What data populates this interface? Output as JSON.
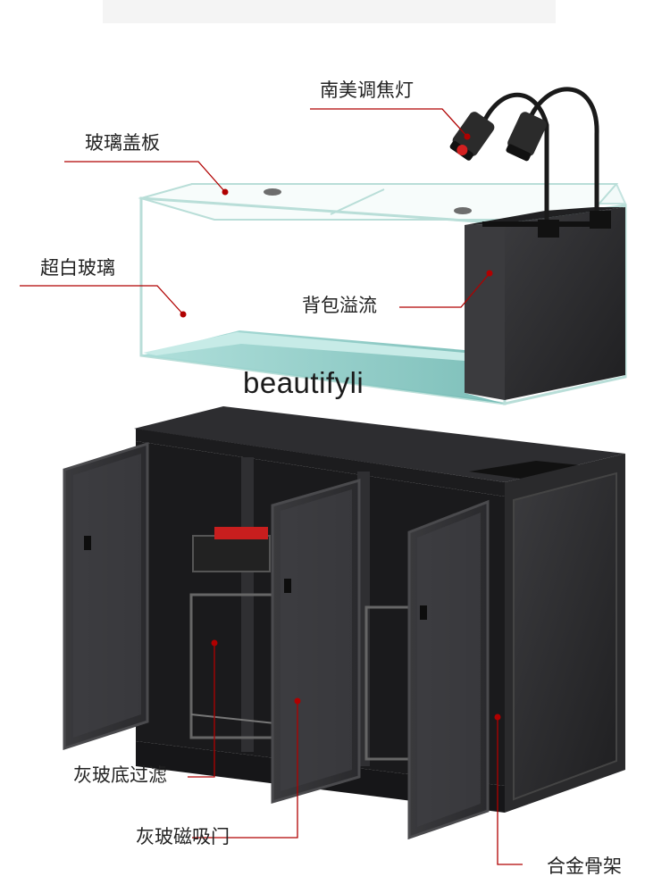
{
  "watermark": "beautifyli",
  "labels": {
    "focus_light": "南美调焦灯",
    "glass_cover": "玻璃盖板",
    "ultra_clear_glass": "超白玻璃",
    "back_overflow": "背包溢流",
    "gray_bottom_filter": "灰玻底过滤",
    "magnetic_door": "灰玻磁吸门",
    "alloy_frame": "合金骨架"
  },
  "colors": {
    "pointer": "#b00000",
    "cabinet": "#2a2a2c",
    "glass_edge": "#b9ded8",
    "water_base": "#8fd1cc"
  }
}
